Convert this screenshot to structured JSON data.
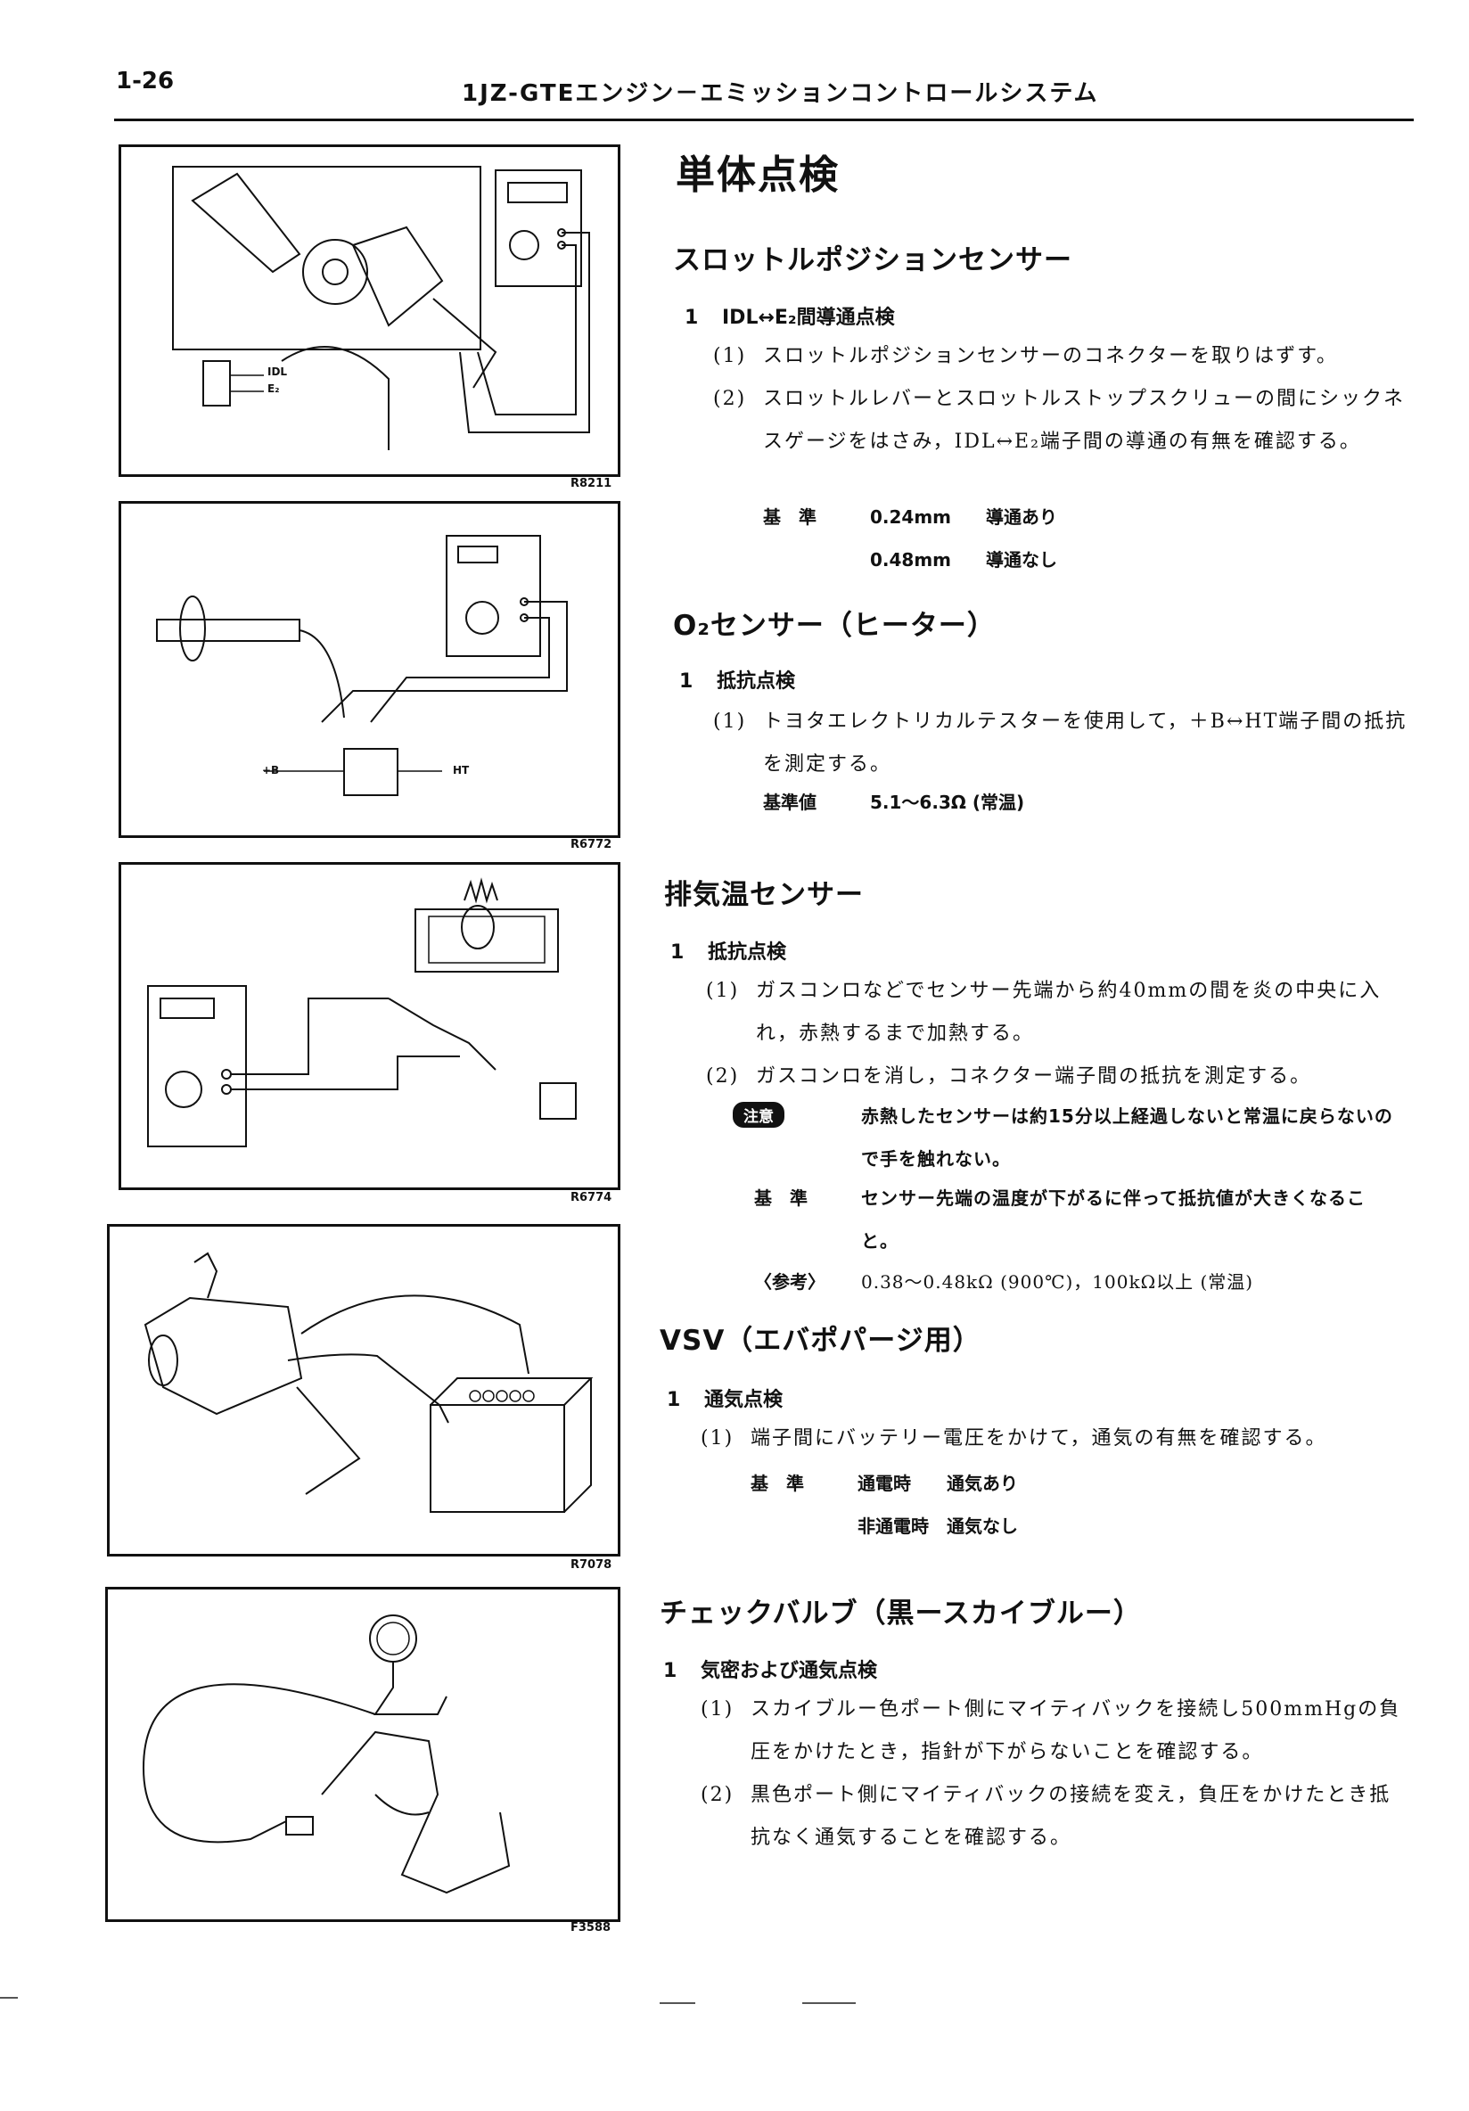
{
  "header": {
    "page_number": "1-26",
    "title": "1JZ-GTEエンジン－エミッションコントロールシステム"
  },
  "figures": [
    {
      "code": "R8211",
      "labels": [
        "IDL",
        "E₂"
      ]
    },
    {
      "code": "R6772",
      "labels": [
        "+B",
        "HT"
      ]
    },
    {
      "code": "R6774"
    },
    {
      "code": "R7078"
    },
    {
      "code": "F3588"
    }
  ],
  "main_title": "単体点検",
  "sections": {
    "tps": {
      "title": "スロットルポジションセンサー",
      "step_num": "1",
      "step_title": "IDL↔E₂間導通点検",
      "items": [
        {
          "num": "(1)",
          "text": "スロットルポジションセンサーのコネクターを取りはずす。"
        },
        {
          "num": "(2)",
          "text": "スロットルレバーとスロットルストップスクリューの間にシックネスゲージをはさみ，IDL↔E₂端子間の導通の有無を確認する。"
        }
      ],
      "spec_label": "基　準",
      "spec_rows": [
        {
          "value": "0.24mm",
          "result": "導通あり"
        },
        {
          "value": "0.48mm",
          "result": "導通なし"
        }
      ]
    },
    "o2": {
      "title": "O₂センサー（ヒーター）",
      "step_num": "1",
      "step_title": "抵抗点検",
      "items": [
        {
          "num": "(1)",
          "text": "トヨタエレクトリカルテスターを使用して，＋B↔HT端子間の抵抗を測定する。"
        }
      ],
      "spec_label": "基準値",
      "spec_value": "5.1～6.3Ω (常温)"
    },
    "exhaust": {
      "title": "排気温センサー",
      "step_num": "1",
      "step_title": "抵抗点検",
      "items": [
        {
          "num": "(1)",
          "text": "ガスコンロなどでセンサー先端から約40mmの間を炎の中央に入れ，赤熱するまで加熱する。"
        },
        {
          "num": "(2)",
          "text": "ガスコンロを消し，コネクター端子間の抵抗を測定する。"
        }
      ],
      "caution_label": "注意",
      "caution_text": "赤熱したセンサーは約15分以上経過しないと常温に戻らないので手を触れない。",
      "spec_label": "基　準",
      "spec_text": "センサー先端の温度が下がるに伴って抵抗値が大きくなること。",
      "ref_label": "〈参考〉",
      "ref_text": "0.38～0.48kΩ (900℃)，100kΩ以上 (常温)"
    },
    "vsv": {
      "title": "VSV（エバポパージ用）",
      "step_num": "1",
      "step_title": "通気点検",
      "items": [
        {
          "num": "(1)",
          "text": "端子間にバッテリー電圧をかけて，通気の有無を確認する。"
        }
      ],
      "spec_label": "基　準",
      "spec_rows": [
        {
          "value": "通電時",
          "result": "通気あり"
        },
        {
          "value": "非通電時",
          "result": "通気なし"
        }
      ]
    },
    "check_valve": {
      "title": "チェックバルブ（黒ースカイブルー）",
      "step_num": "1",
      "step_title": "気密および通気点検",
      "items": [
        {
          "num": "(1)",
          "text": "スカイブルー色ポート側にマイティバックを接続し500mmHgの負圧をかけたとき，指針が下がらないことを確認する。"
        },
        {
          "num": "(2)",
          "text": "黒色ポート側にマイティバックの接続を変え，負圧をかけたとき抵抗なく通気することを確認する。"
        }
      ]
    }
  }
}
